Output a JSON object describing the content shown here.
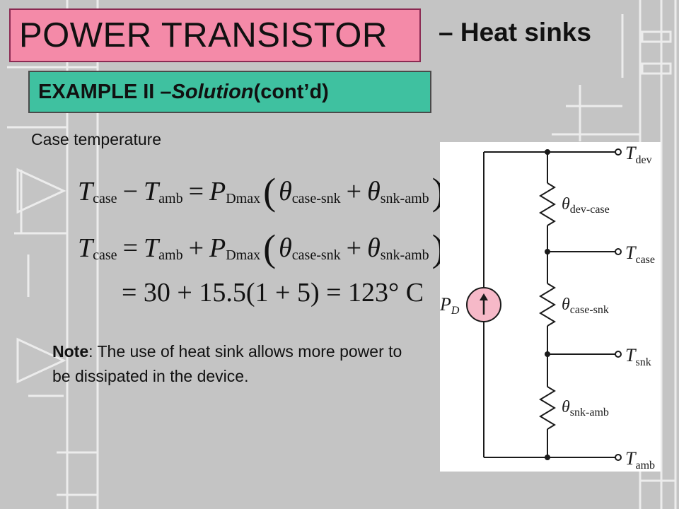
{
  "slide": {
    "title": "POWER TRANSISTOR",
    "subtitle": "– Heat sinks",
    "example": {
      "prefix": "EXAMPLE II – ",
      "italic": "Solution",
      "suffix": " (cont’d)"
    },
    "case_label": "Case temperature"
  },
  "equations": {
    "T": "T",
    "P": "P",
    "theta": "θ",
    "case": "case",
    "amb": "amb",
    "dmax": "Dmax",
    "case_snk": "case-snk",
    "snk_amb": "snk-amb",
    "minus": "−",
    "plus": "+",
    "equals": "=",
    "lparen": "(",
    "rparen": ")",
    "numeric": "= 30 + 15.5(1 + 5) = 123° C"
  },
  "note": {
    "label": "Note",
    "text": ":  The use of heat sink allows more power to be dissipated in the device."
  },
  "circuit": {
    "nodes": [
      "dev",
      "case",
      "snk",
      "amb"
    ],
    "resistors": [
      "dev-case",
      "case-snk",
      "snk-amb"
    ],
    "source": "D",
    "T": "T",
    "P": "P",
    "theta": "θ"
  },
  "colors": {
    "title_bg": "#f48aa8",
    "example_bg": "#3fc1a0",
    "source_fill": "#f6b9c8"
  }
}
